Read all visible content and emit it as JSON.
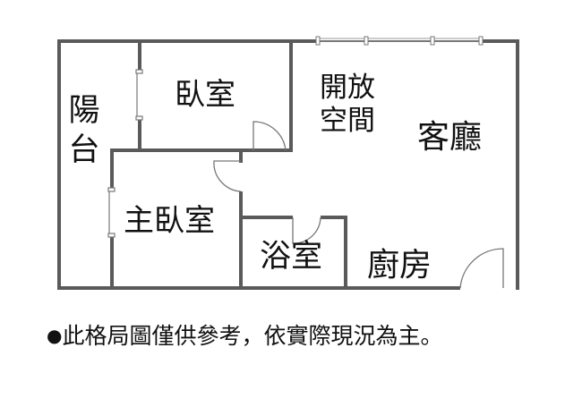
{
  "rooms": {
    "balcony": [
      "陽",
      "台"
    ],
    "bedroom": "臥室",
    "open_space": [
      "開放",
      "空間"
    ],
    "living_room": "客廳",
    "master_bedroom": "主臥室",
    "bathroom": "浴室",
    "kitchen": "廚房"
  },
  "disclaimer": {
    "bullet": "●",
    "text": "此格局圖僅供參考，依實際現況為主。"
  },
  "colors": {
    "wall": "#5a5a5a",
    "label": "#111111",
    "door": "#777777"
  }
}
